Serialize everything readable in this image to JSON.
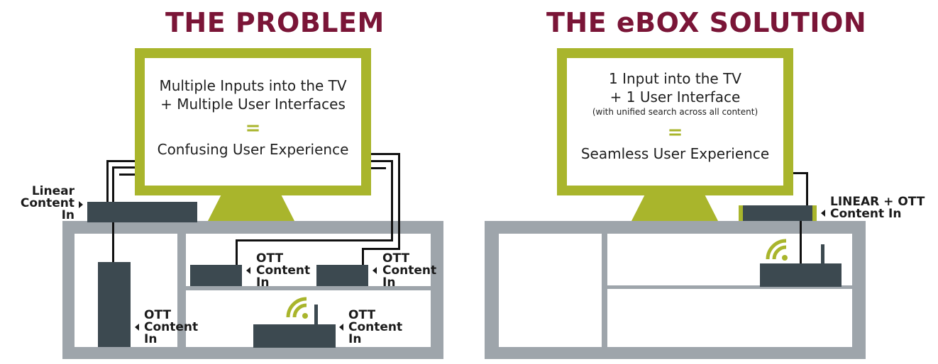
{
  "left": {
    "heading": "THE PROBLEM",
    "screen": {
      "line1": "Multiple Inputs into the TV",
      "line2": "+ Multiple User Interfaces",
      "equals": "=",
      "result": "Confusing User Experience"
    },
    "labels": {
      "linear": [
        "Linear",
        "Content",
        "In"
      ],
      "ott_a": [
        "OTT",
        "Content",
        "In"
      ],
      "ott_b": [
        "OTT",
        "Content",
        "In"
      ],
      "ott_c": [
        "OTT",
        "Content",
        "In"
      ],
      "ott_d": [
        "OTT",
        "Content",
        "In"
      ]
    }
  },
  "right": {
    "heading": "THE eBOX SOLUTION",
    "screen": {
      "line1": "1 Input into the TV",
      "line2": "+ 1 User Interface",
      "note": "(with unified search across all content)",
      "equals": "=",
      "result": "Seamless User Experience"
    },
    "labels": {
      "linear_ott": [
        "LINEAR + OTT",
        "Content In"
      ]
    }
  },
  "colors": {
    "heading": "#7a1537",
    "tv_frame": "#a9b52c",
    "cabinet": "#9ea5ab",
    "device": "#3c4950",
    "wifi": "#a9b52c"
  },
  "icons": [
    "wifi-icon",
    "arrow-icon"
  ]
}
